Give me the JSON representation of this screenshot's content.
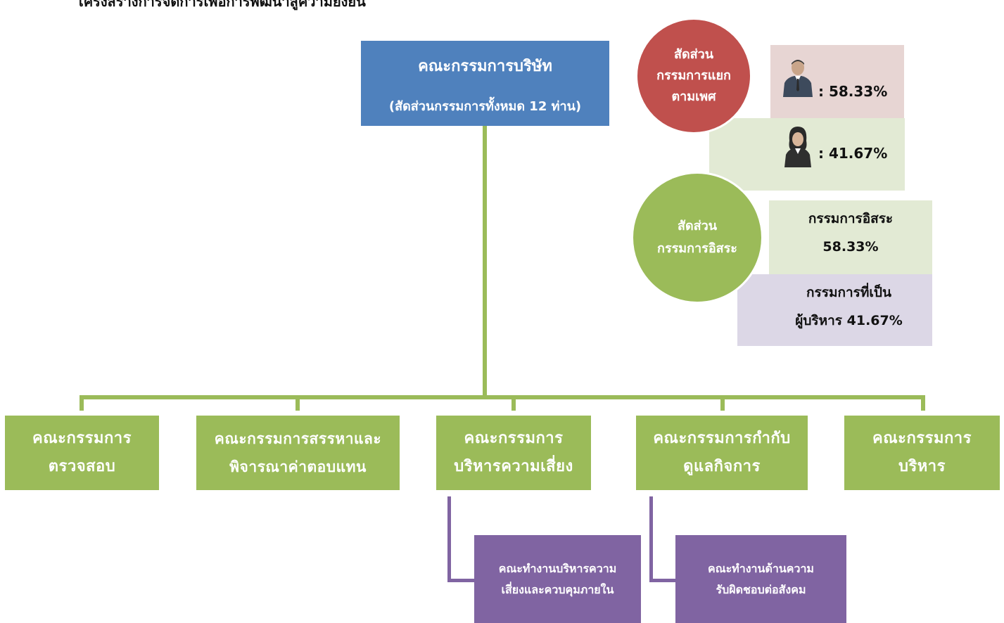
{
  "page_title": "โครงสร้างการจัดการเพื่อการพัฒนาสู่ความยั่งยืน",
  "board": {
    "title": "คณะกรรมการบริษัท",
    "subtitle": "(สัดส่วนกรรมการทั้งหมด 12 ท่าน)"
  },
  "gender_ratio": {
    "label_lines": [
      "สัดส่วน",
      "กรรมการแยก",
      "ตามเพศ"
    ],
    "male_pct": ": 58.33%",
    "female_pct": ": 41.67%"
  },
  "independence_ratio": {
    "label_lines": [
      "สัดส่วน",
      "กรรมการอิสระ"
    ],
    "independent_label": "กรรมการอิสระ",
    "independent_pct": "58.33%",
    "executive_label_line1": "กรรมการที่เป็น",
    "executive_label_line2": "ผู้บริหาร 41.67%"
  },
  "committees": [
    {
      "line1": "คณะกรรมการ",
      "line2": "ตรวจสอบ"
    },
    {
      "line1": "คณะกรรมการสรรหาและ",
      "line2": "พิจารณาค่าตอบแทน"
    },
    {
      "line1": "คณะกรรมการ",
      "line2": "บริหารความเสี่ยง"
    },
    {
      "line1": "คณะกรรมการกำกับ",
      "line2": "ดูแลกิจการ"
    },
    {
      "line1": "คณะกรรมการ",
      "line2": "บริหาร"
    }
  ],
  "working_groups": [
    {
      "line1": "คณะทำงานบริหารความ",
      "line2": "เสี่ยงและควบคุมภายใน"
    },
    {
      "line1": "คณะทำงานด้านความ",
      "line2": "รับผิดชอบต่อสังคม"
    }
  ],
  "icons": {
    "male": "businessman-icon",
    "female": "businesswoman-icon"
  },
  "colors": {
    "board": "#4f81bd",
    "committee": "#9bbb59",
    "working_group": "#8064a2",
    "gender_circle": "#c0504d"
  }
}
